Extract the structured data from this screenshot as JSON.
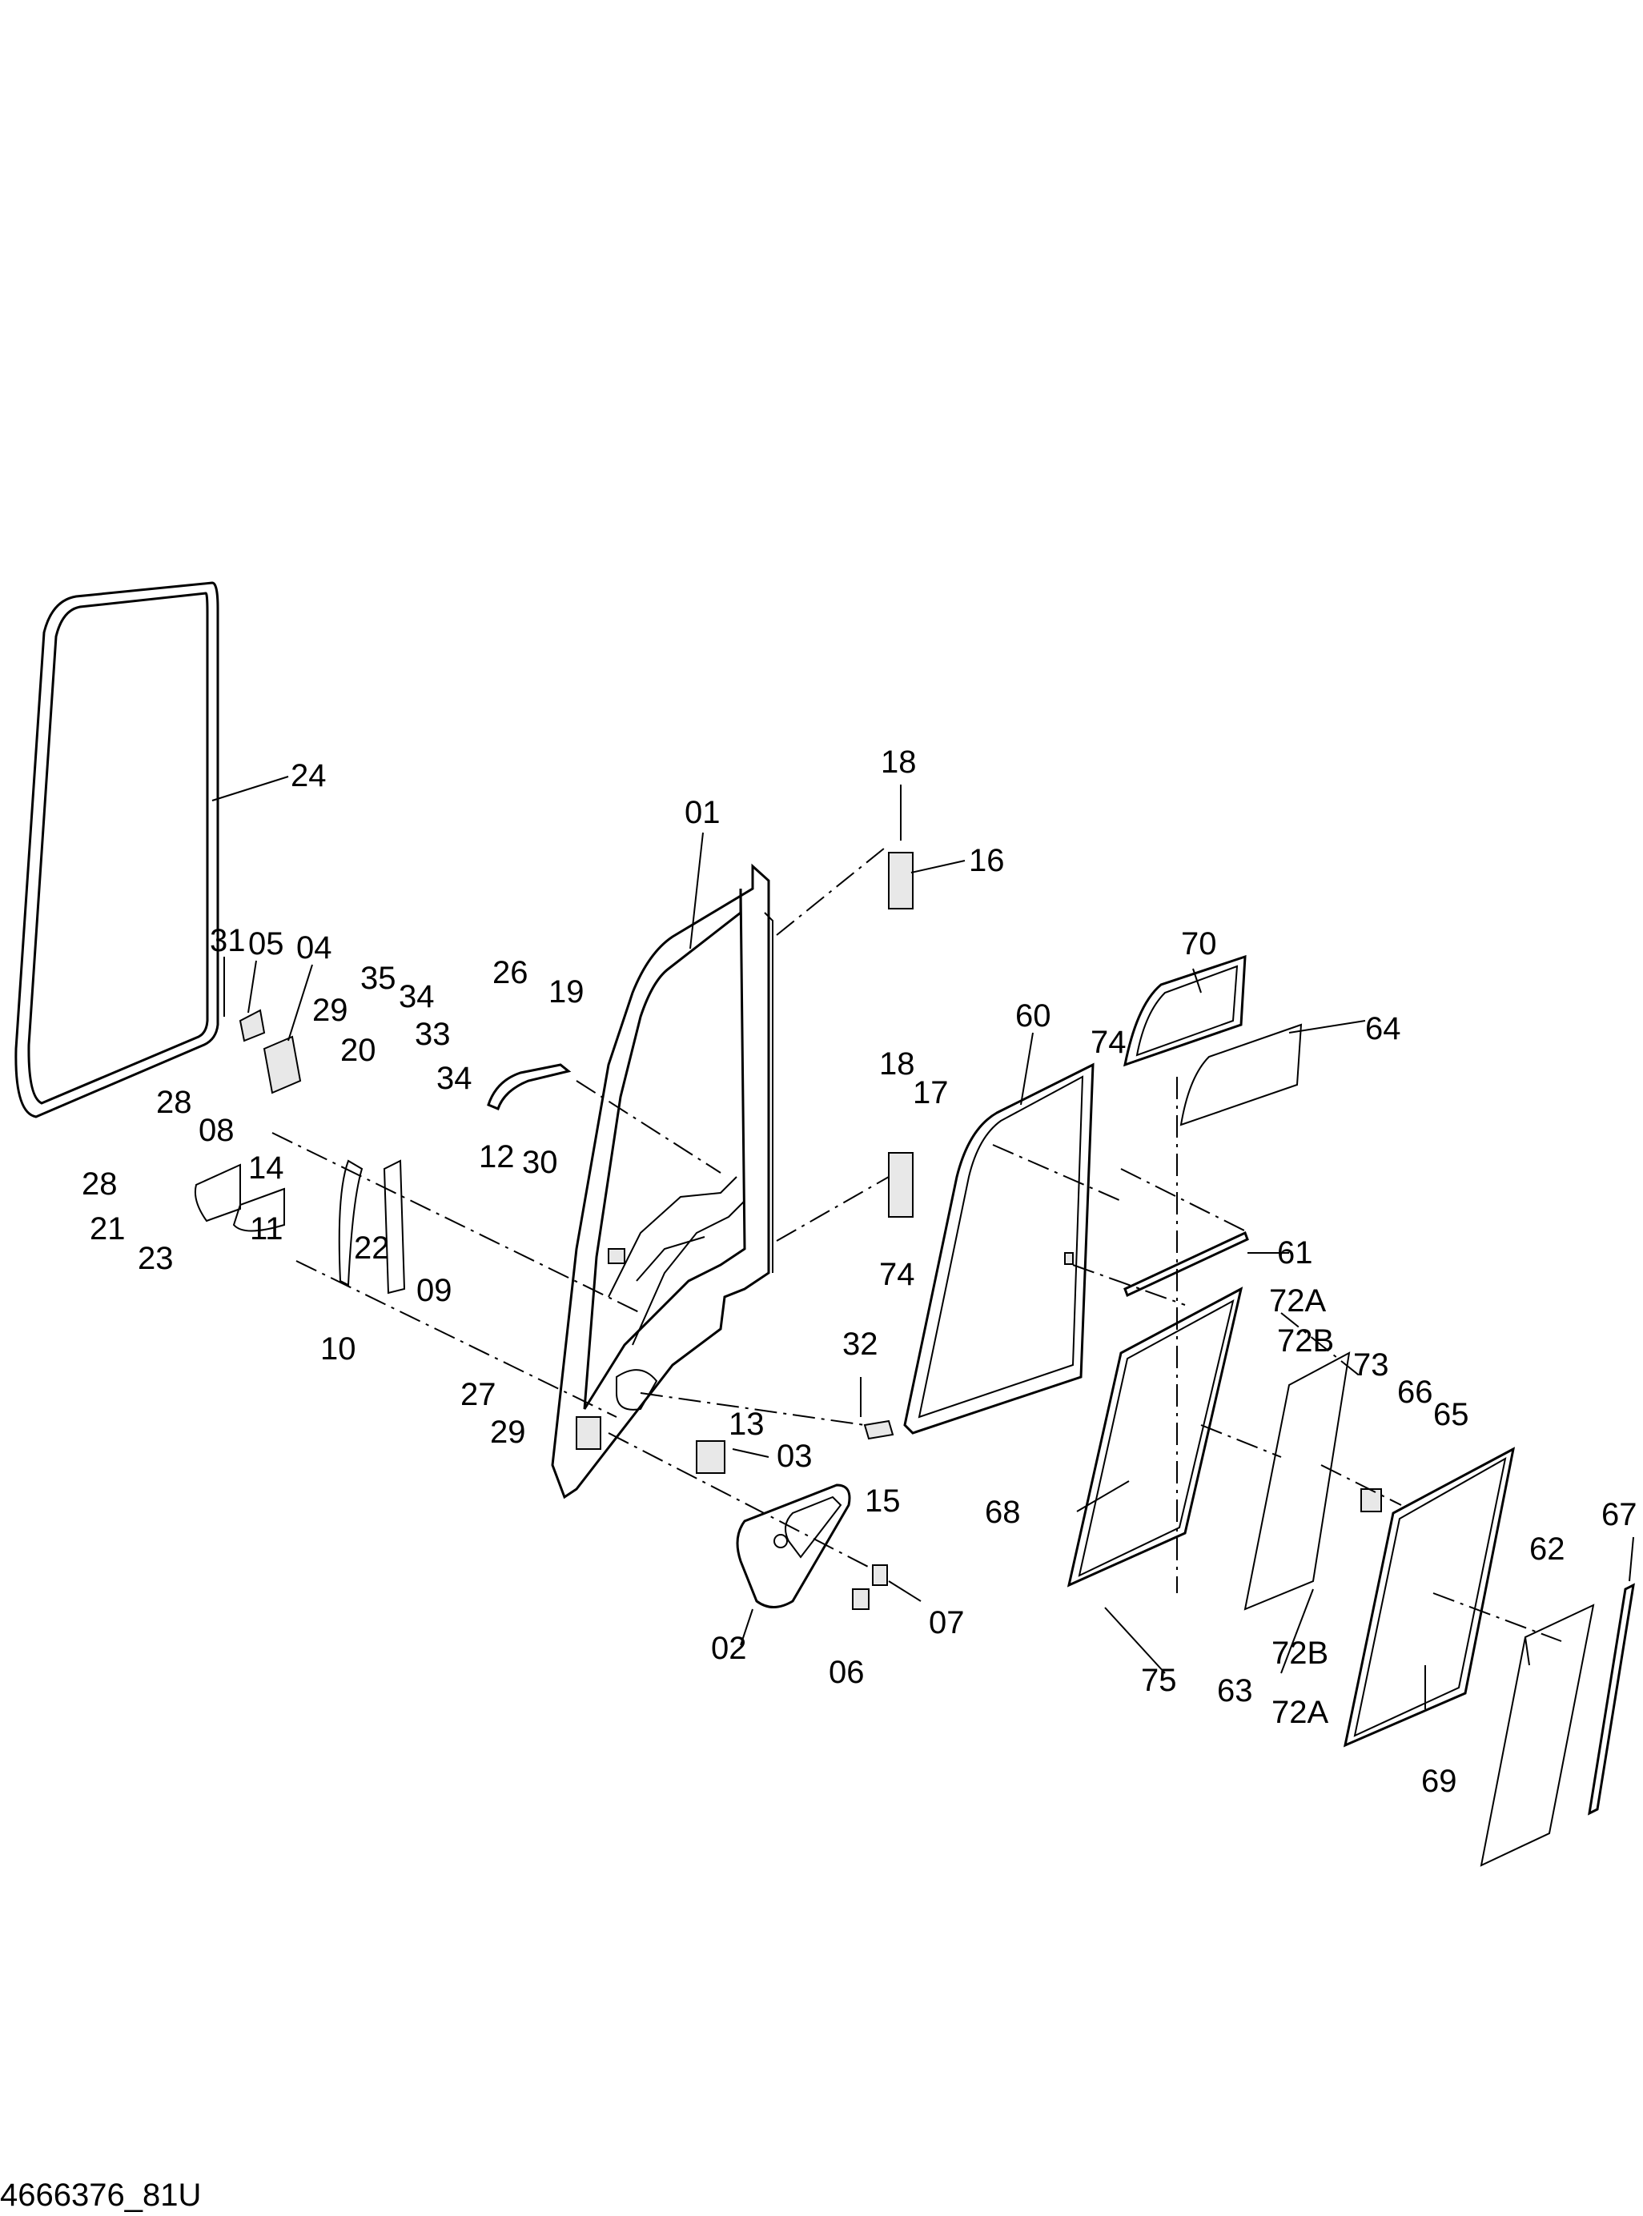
{
  "drawing_number": "4666376_81U",
  "callouts": [
    "24",
    "01",
    "18",
    "16",
    "31",
    "05",
    "04",
    "35",
    "34",
    "33",
    "34",
    "29",
    "20",
    "28",
    "08",
    "14",
    "12",
    "26",
    "19",
    "30",
    "28",
    "21",
    "23",
    "11",
    "22",
    "09",
    "10",
    "27",
    "29",
    "13",
    "03",
    "02",
    "06",
    "07",
    "32",
    "15",
    "18",
    "17",
    "60",
    "74",
    "74",
    "70",
    "64",
    "61",
    "72A",
    "72B",
    "73",
    "66",
    "65",
    "68",
    "75",
    "63",
    "72B",
    "72A",
    "69",
    "62",
    "67"
  ]
}
